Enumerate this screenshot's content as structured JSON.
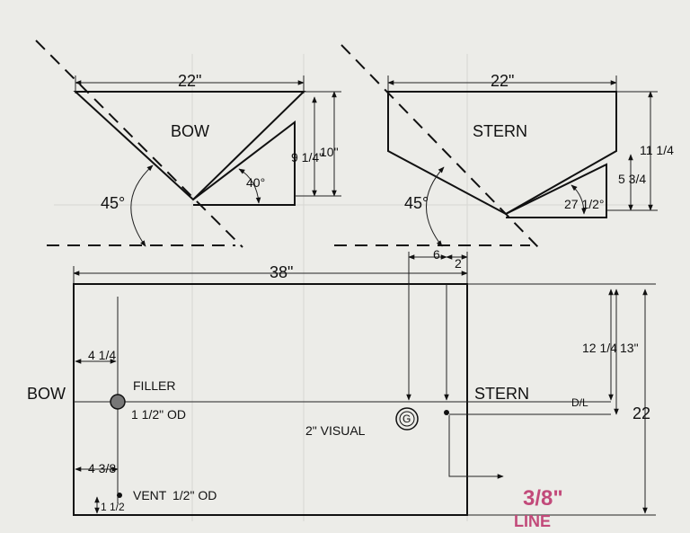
{
  "bow_section": {
    "label": "BOW",
    "width": "22\"",
    "height_inner": "9 1/4\"",
    "height_outer": "10\"",
    "angle_cut": "40°",
    "angle_rake": "45°"
  },
  "stern_section": {
    "label": "STERN",
    "width": "22\"",
    "height_inner": "5 3/4",
    "height_outer": "11 1/4",
    "angle_cut": "27 1/2°",
    "angle_rake": "45°"
  },
  "plan": {
    "length": "38\"",
    "width": "22",
    "gauge_offset": "6",
    "line_offset": "2",
    "centerline_from_top_a": "12 1/4",
    "centerline_from_top_b": "13\"",
    "bow_label": "BOW",
    "stern_label": "STERN",
    "filler_label": "FILLER",
    "filler_size": "1 1/2\" OD",
    "filler_offset": "4 1/4",
    "vent_label": "VENT",
    "vent_size": "1/2\" OD",
    "vent_offset_x": "4 3/8",
    "vent_offset_y": "1 1/2",
    "gauge_symbol": "G",
    "gauge_label": "2\" VISUAL",
    "side_label": "D/L"
  },
  "note": {
    "fraction": "3/8\"",
    "text": "LINE"
  }
}
